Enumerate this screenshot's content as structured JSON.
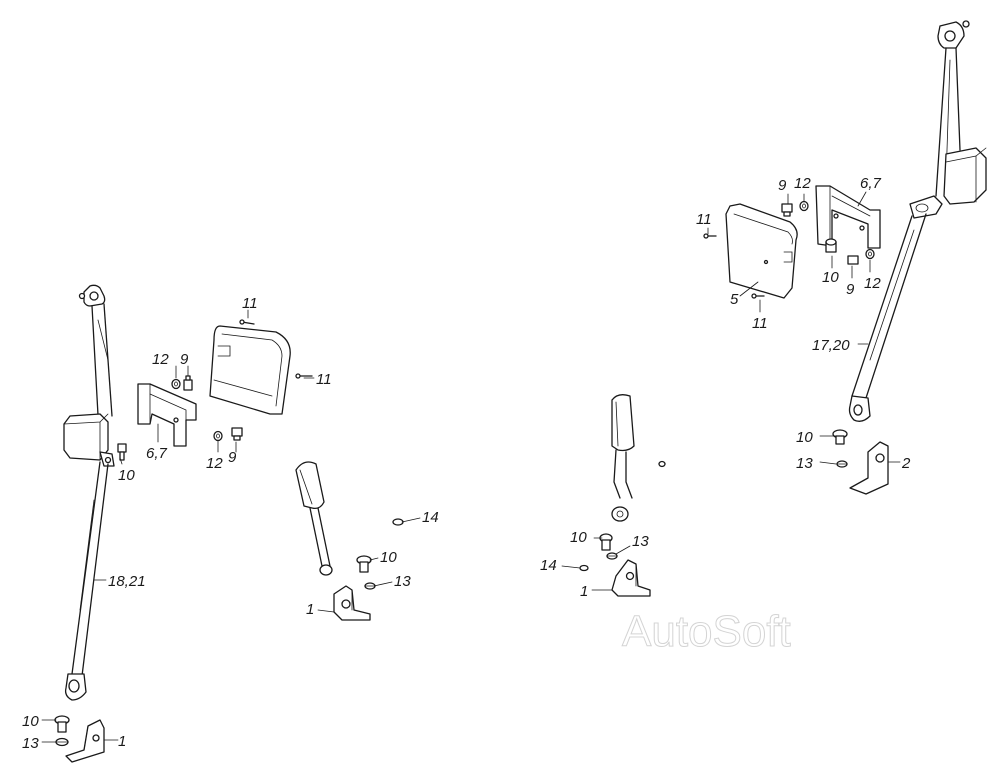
{
  "labels": {
    "l1": "11",
    "l2": "11",
    "l3": "12",
    "l4": "9",
    "l5": "6,7",
    "l6": "12",
    "l7": "9",
    "l8": "10",
    "l9": "18,21",
    "l10": "10",
    "l11": "13",
    "l12": "1",
    "l13": "14",
    "l14": "10",
    "l15": "13",
    "l16": "1",
    "l17": "10",
    "l18": "13",
    "l19": "14",
    "l20": "1",
    "l21": "9",
    "l22": "12",
    "l23": "6,7",
    "l24": "11",
    "l25": "10",
    "l26": "9",
    "l27": "12",
    "l28": "5",
    "l29": "11",
    "l30": "17,20",
    "l31": "10",
    "l32": "13",
    "l33": "2"
  },
  "watermark": "AutoSoft"
}
